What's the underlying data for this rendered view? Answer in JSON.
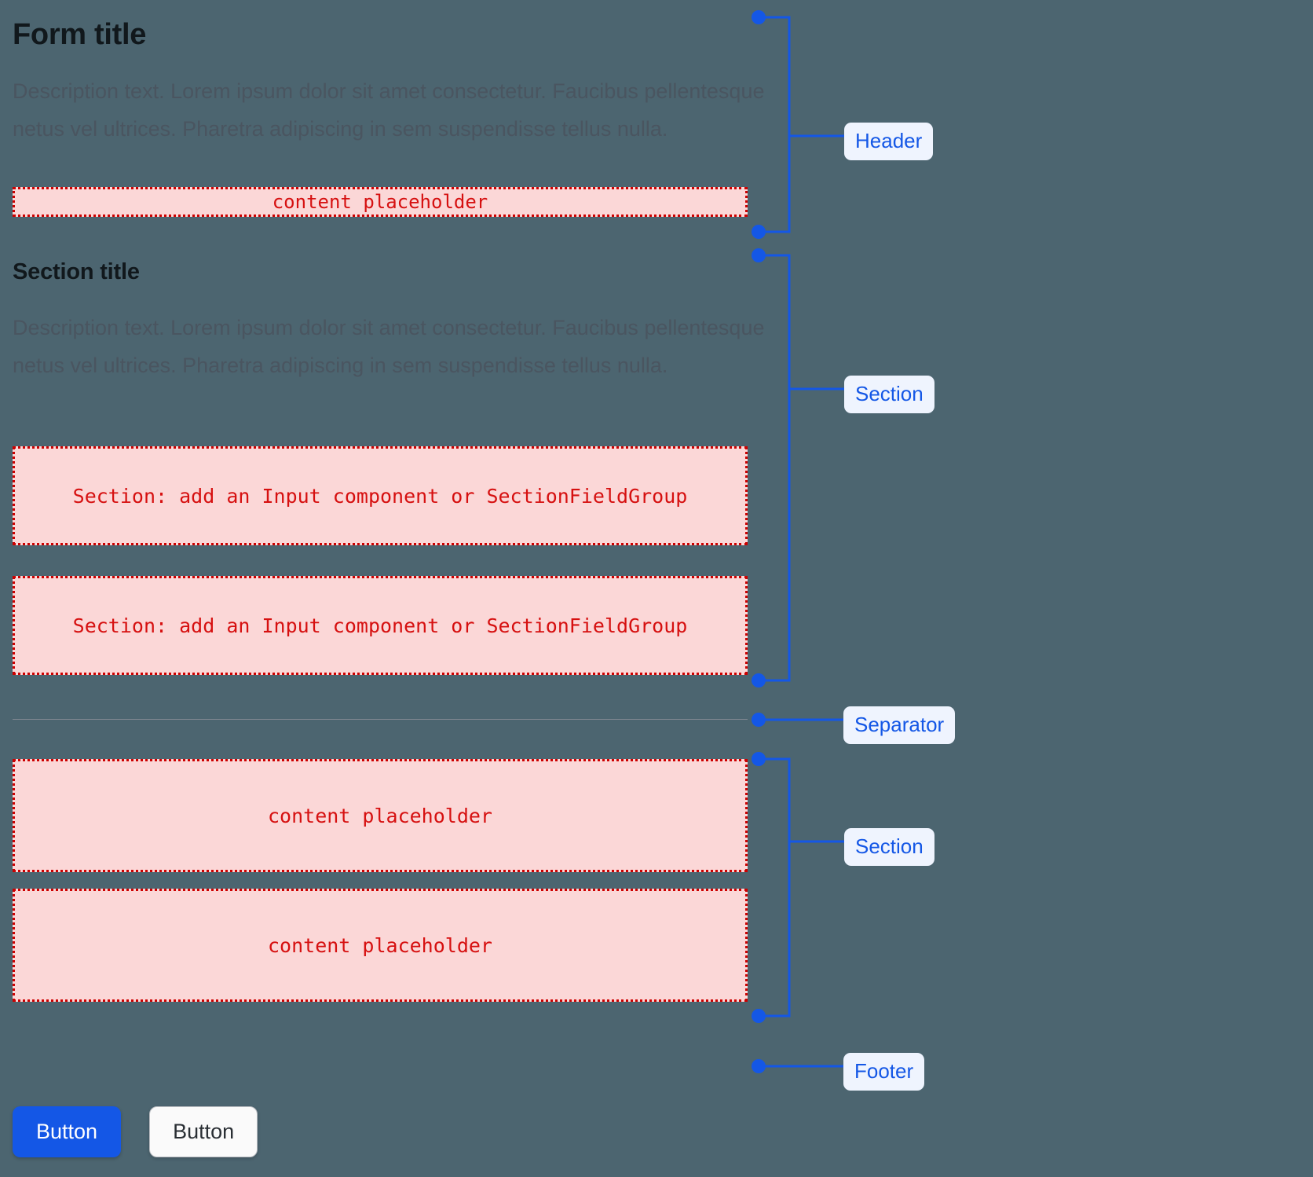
{
  "theme": {
    "background": "#4c6570",
    "accent_blue": "#1457e6",
    "badge_background": "#eff4fe",
    "placeholder_fill": "#fbd7d7",
    "placeholder_border": "#cc0000",
    "placeholder_text": "#d61010",
    "title_color": "#11181c",
    "description_color": "#4a5560",
    "separator_color": "#8b8e96"
  },
  "form": {
    "header": {
      "title": "Form title",
      "description": "Description text. Lorem ipsum dolor sit amet consectetur. Faucibus pellentesque netus vel ultrices. Pharetra adipiscing in sem suspendisse tellus nulla.",
      "placeholder": "content placeholder"
    },
    "section": {
      "title": "Section title",
      "description": "Description text. Lorem ipsum dolor sit amet consectetur. Faucibus pellentesque netus vel ultrices. Pharetra adipiscing in sem suspendisse tellus nulla.",
      "field_placeholder_1": "Section: add an Input component or SectionFieldGroup",
      "field_placeholder_2": "Section: add an Input component or SectionFieldGroup"
    },
    "section_two": {
      "placeholder_1": "content placeholder",
      "placeholder_2": "content placeholder"
    },
    "footer": {
      "primary_button": "Button",
      "secondary_button": "Button"
    }
  },
  "annotations": {
    "header": "Header",
    "section_one": "Section",
    "separator": "Separator",
    "section_two": "Section",
    "footer": "Footer"
  }
}
